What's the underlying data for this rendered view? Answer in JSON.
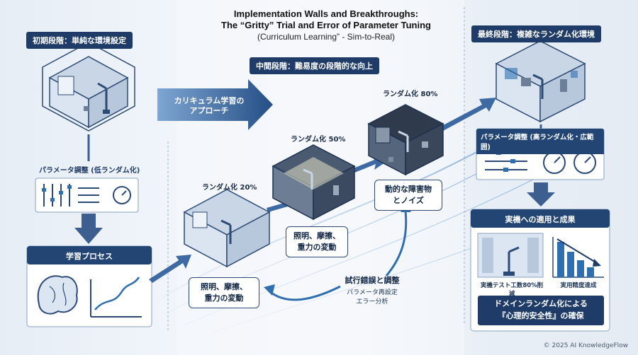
{
  "title": {
    "line1": "Implementation Walls and Breakthroughs:",
    "line2": "The “Gritty” Trial and Error of Parameter Tuning",
    "line3": "(Curriculum Learning” - Sim-to-Real)"
  },
  "left": {
    "stage_label": "初期段階：単純な環境設定",
    "param_label": "パラメータ調整 (低ランダム化)",
    "learning_label": "学習プロセス"
  },
  "middle": {
    "stage_label": "中間段階：難易度の段階的な向上",
    "curriculum_line1": "カリキュラム学習の",
    "curriculum_line2": "アプローチ",
    "rand20": "ランダム化 20%",
    "rand50": "ランダム化 50%",
    "rand80": "ランダム化 80%",
    "callout_mid_l1": "照明、摩擦、",
    "callout_mid_l2": "重力の変動",
    "callout_low_l1": "照明、摩擦、",
    "callout_low_l2": "重力の変動",
    "callout_obst_l1": "動的な障害物",
    "callout_obst_l2": "とノイズ",
    "trial_title": "試行錯誤と調整",
    "trial_sub1": "パラメータ再設定",
    "trial_sub2": "エラー分析"
  },
  "right": {
    "stage_label": "最終段階：複雑なランダム化環境",
    "param_label": "パラメータ調整 (高ランダム化・広範囲)",
    "results_title": "実機への適用と成果",
    "result1": "実機テスト工数80%削減",
    "result2": "実用精度達成",
    "banner_l1": "ドメインランダム化による",
    "banner_l2": "『心理的安全性』の確保"
  },
  "footer": {
    "copyright": "© 2025 AI KnowledgeFlow"
  },
  "colors": {
    "navy": "#1f3b67",
    "accent": "#2f6fb0",
    "light": "#dce6f2"
  }
}
